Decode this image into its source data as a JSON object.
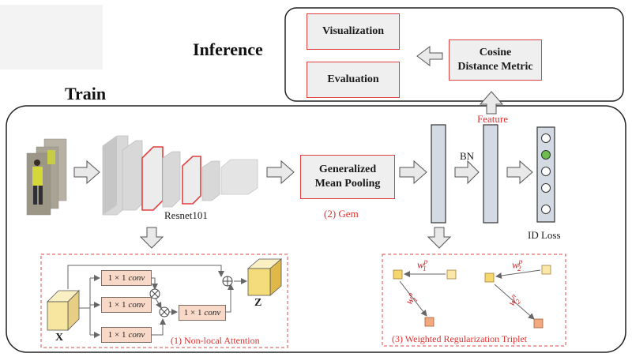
{
  "inference": {
    "title": "Inference",
    "visualization": "Visualization",
    "evaluation": "Evaluation",
    "cosine_line1": "Cosine",
    "cosine_line2": "Distance Metric"
  },
  "train": {
    "title": "Train",
    "backbone_label": "Resnet101",
    "pool_line1": "Generalized",
    "pool_line2": "Mean Pooling",
    "gem_caption": "(2) Gem",
    "bn_label": "BN",
    "feature_label": "Feature",
    "id_loss_label": "ID Loss"
  },
  "nonlocal": {
    "caption": "(1) Non-local Attention",
    "conv_label": "1 × 1",
    "conv_op": "conv",
    "input_label": "X",
    "output_label": "Z",
    "multiply_symbol": "⊗",
    "add_symbol": "⊕"
  },
  "triplet": {
    "caption": "(3) Weighted Regularization Triplet",
    "w": "w",
    "sup_p": "p",
    "sup_n": "n",
    "sub_1": "1",
    "sub_2": "2"
  },
  "colors": {
    "accent_red": "#e04040",
    "cube_yellow": "#f7e6a0",
    "square_yellow": "#f5d76e",
    "square_orange": "#f2a97f",
    "node_active": "#6cbf4a",
    "bar_fill": "#d4dae3"
  }
}
